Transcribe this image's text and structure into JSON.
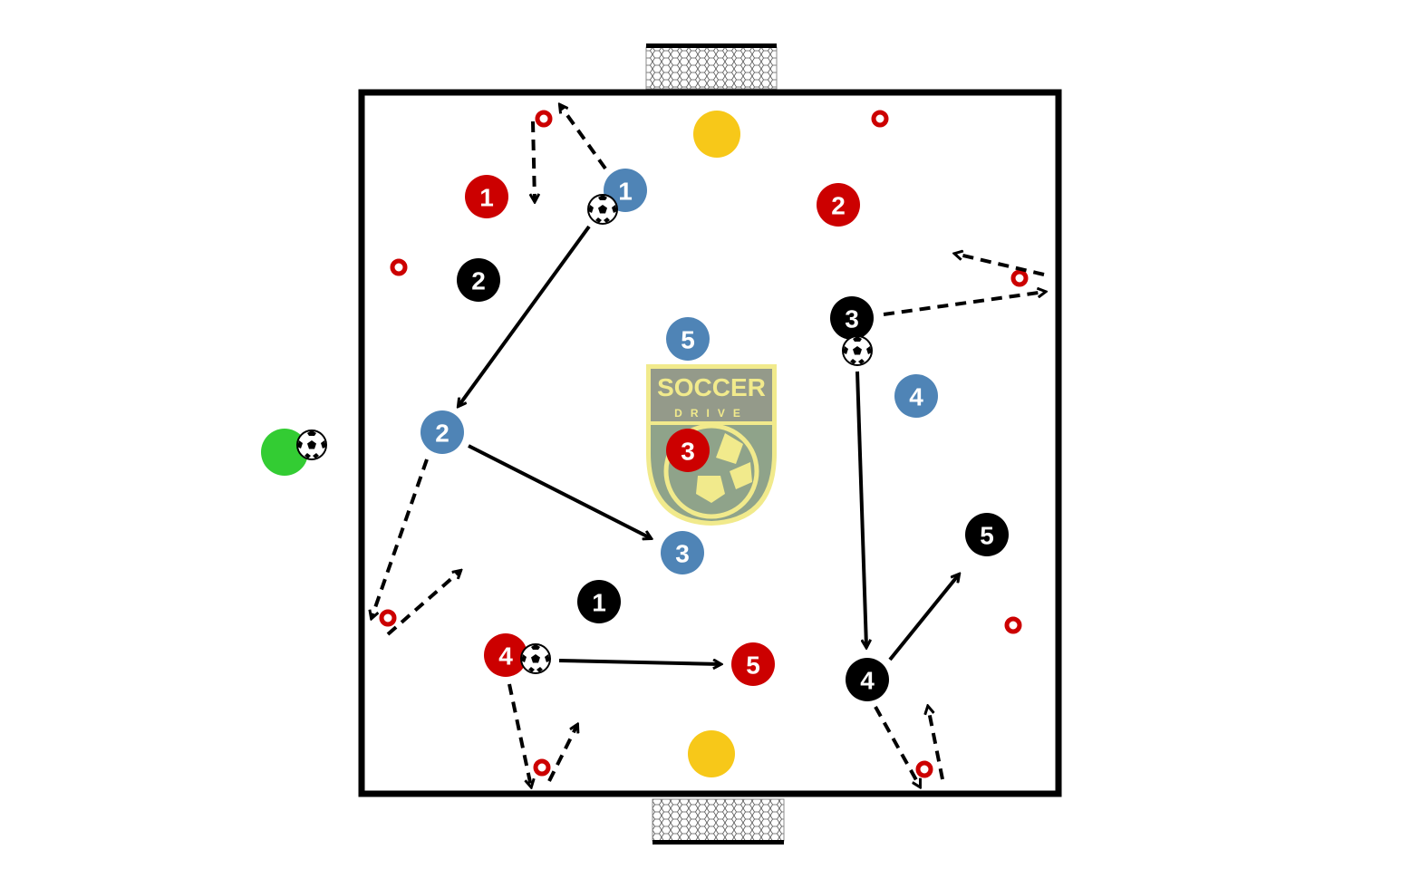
{
  "colors": {
    "red_team": "#cc0000",
    "blue_team": "#4f84b6",
    "black_team": "#000000",
    "neutral_yellow": "#f7c819",
    "coach_green": "#33cc33",
    "cone": "#cc0000",
    "logo_green": "#8fa38a",
    "logo_yellow": "#f1ea8c"
  },
  "logo": {
    "line1": "SOCCER",
    "line2": "DRIVE"
  },
  "players": {
    "red": [
      "1",
      "2",
      "3",
      "4",
      "5"
    ],
    "blue": [
      "1",
      "2",
      "3",
      "4",
      "5"
    ],
    "black": [
      "1",
      "2",
      "3",
      "4",
      "5"
    ]
  },
  "icons": [
    "soccer-ball-icon",
    "cone-icon",
    "goal-icon"
  ]
}
